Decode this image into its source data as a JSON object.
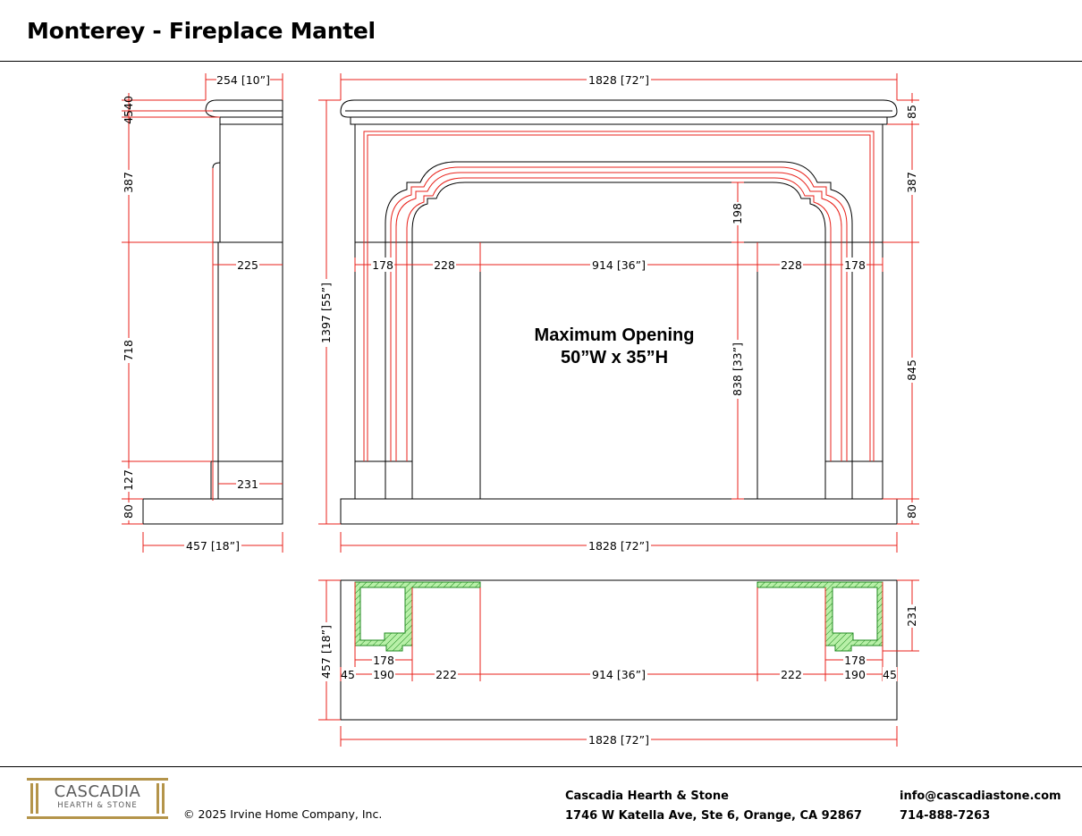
{
  "header": {
    "title": "Monterey - Fireplace Mantel"
  },
  "drawing": {
    "opening_label_line1": "Maximum Opening",
    "opening_label_line2": "50”W x 35”H",
    "side_view": {
      "depth_top": "254 [10”]",
      "depth_bottom": "457 [18”]",
      "h_45_40": "4540",
      "h_387": "387",
      "h_718": "718",
      "h_127": "127",
      "h_80": "80",
      "w_225": "225",
      "w_231": "231"
    },
    "front_view": {
      "width_top": "1828 [72”]",
      "width_bottom": "1828 [72”]",
      "height_total": "1397 [55”]",
      "h_85": "85",
      "h_387": "387",
      "h_845": "845",
      "h_80": "80",
      "h_198": "198",
      "h_838": "838 [33”]",
      "w_178_left": "178",
      "w_228_left": "228",
      "w_914": "914 [36”]",
      "w_228_right": "228",
      "w_178_right": "178"
    },
    "plan_view": {
      "depth": "457 [18”]",
      "h_231": "231",
      "w_178_left": "178",
      "w_45_left": "45",
      "w_190_left": "190",
      "w_222_left": "222",
      "w_914": "914 [36”]",
      "w_222_right": "222",
      "w_190_right": "190",
      "w_45_right": "45",
      "w_178_right": "178",
      "width": "1828 [72”]"
    },
    "colors": {
      "line": "#000000",
      "dimension": "#e8221b",
      "section_fill": "#b8f0a8",
      "section_stroke": "#1f8a1f"
    }
  },
  "footer": {
    "logo_name": "CASCADIA",
    "logo_sub": "HEARTH & STONE",
    "copyright": "© 2025 Irvine Home Company, Inc.",
    "company_name": "Cascadia Hearth & Stone",
    "company_address": "1746 W Katella Ave, Ste 6, Orange, CA 92867",
    "email": "info@cascadiastone.com",
    "phone": "714-888-7263"
  }
}
